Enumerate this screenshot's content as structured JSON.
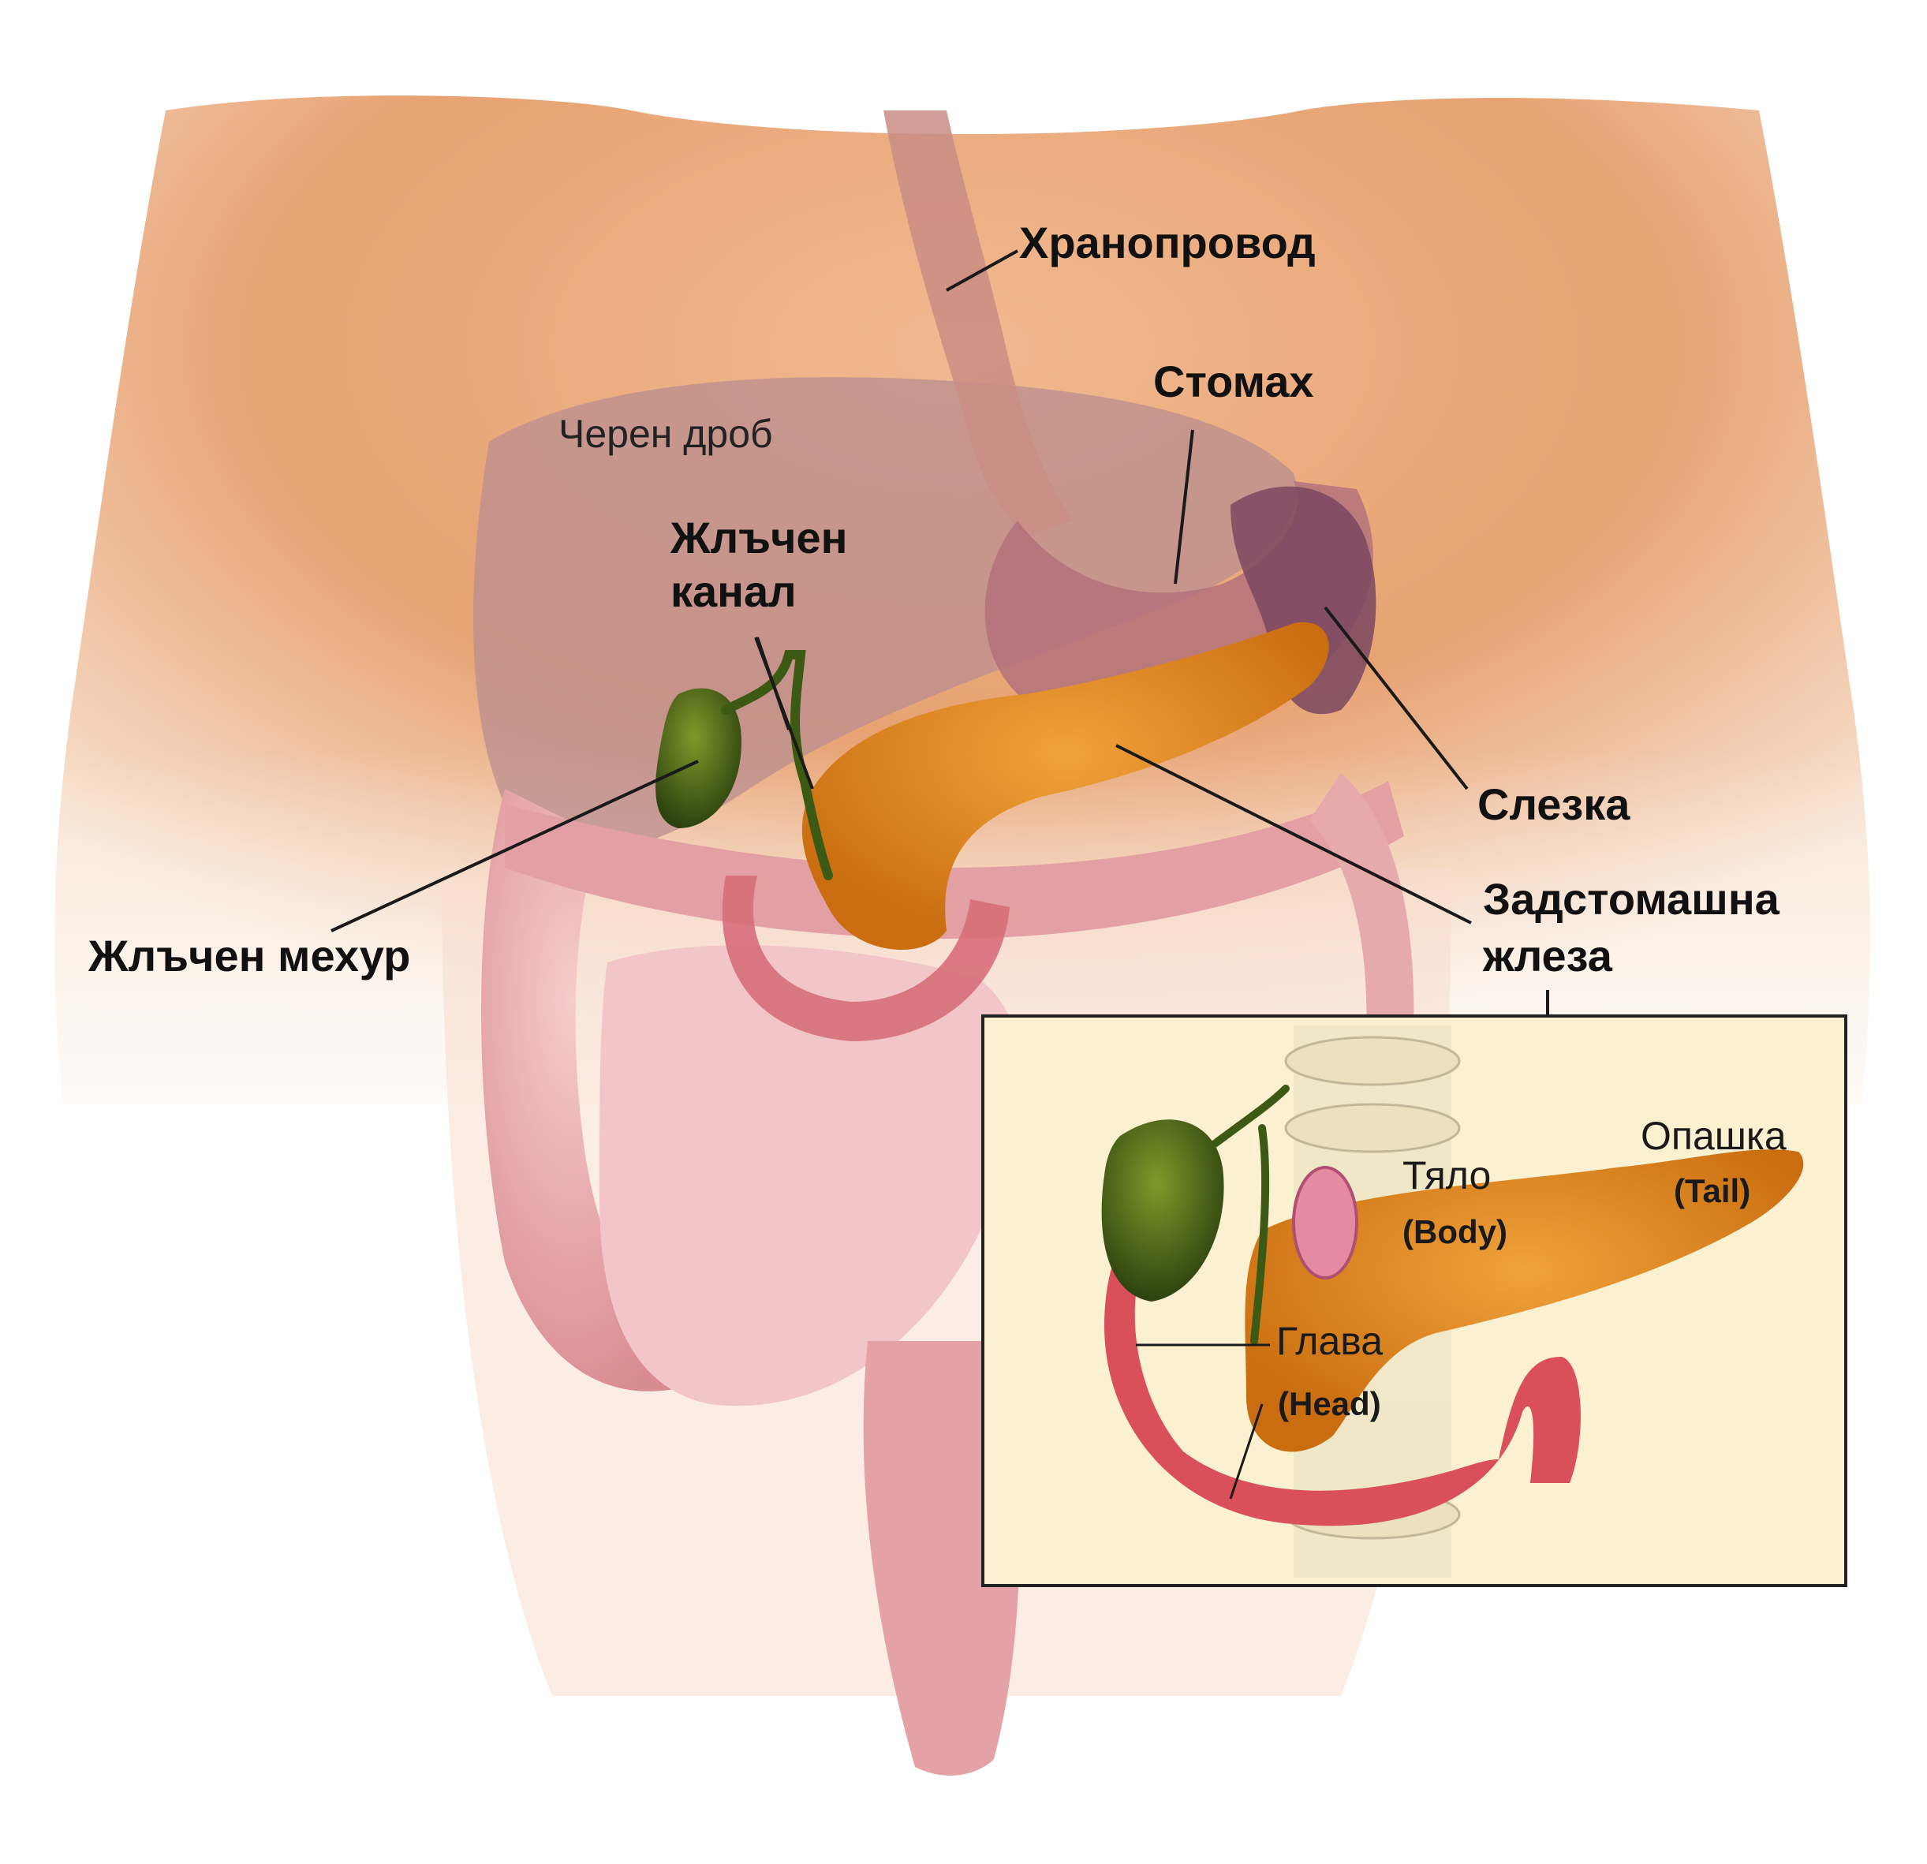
{
  "labels": {
    "esophagus": "Хранопровод",
    "stomach": "Стомах",
    "liver": "Черен дроб",
    "bile_duct_line1": "Жлъчен",
    "bile_duct_line2": "канал",
    "spleen": "Слезка",
    "pancreas_line1": "Задстомашна",
    "pancreas_line2": "жлеза",
    "gallbladder": "Жлъчен мехур"
  },
  "inset_labels": {
    "tail": "Опашка",
    "tail_en": "(Tail)",
    "body": "Тяло",
    "body_en": "(Body)",
    "head": "Глава",
    "head_en": "(Head)"
  },
  "colors": {
    "skin": "#e8a070",
    "skin_light": "#f7d6b8",
    "liver": "#b88a8a",
    "intestine": "#e8a4a4",
    "pancreas": "#e08a1c",
    "gallbladder": "#4a6a1a",
    "inset_bg": "#fbf0cf",
    "duodenum": "#d9505a"
  }
}
